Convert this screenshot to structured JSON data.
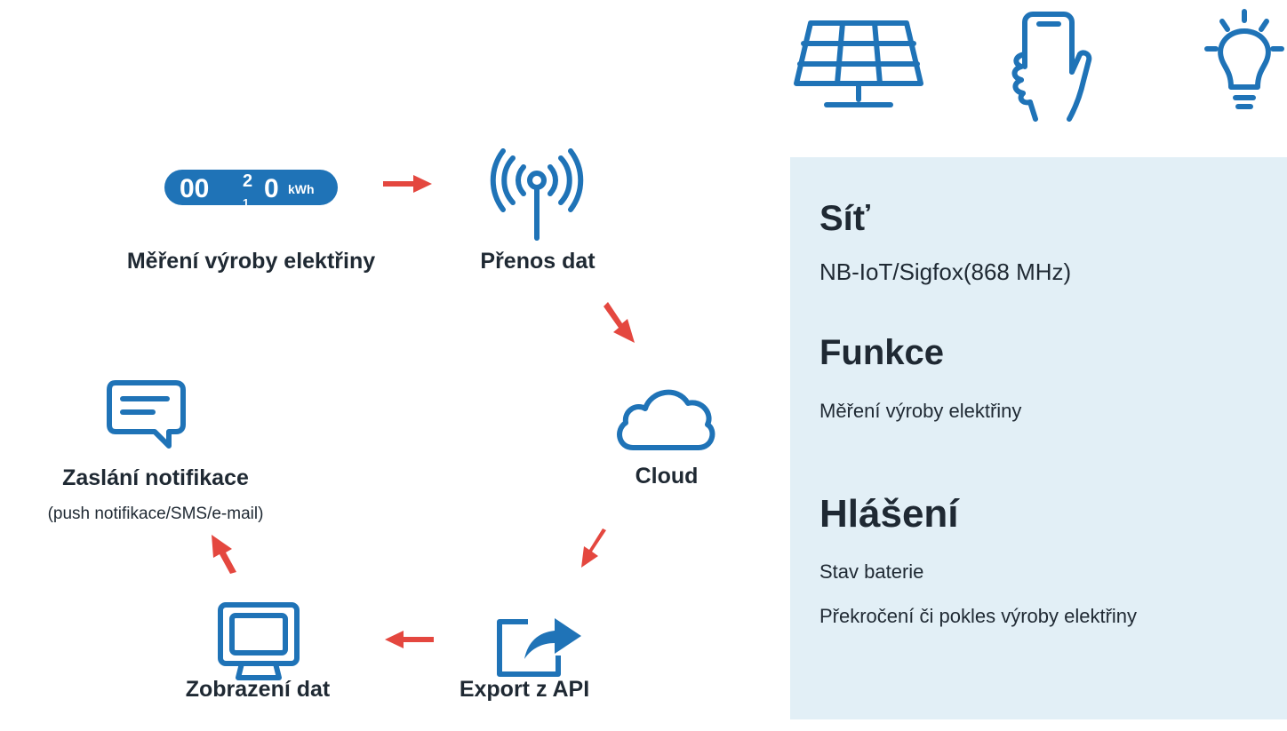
{
  "colors": {
    "icon_blue": "#1f73b7",
    "arrow_red": "#e4473f",
    "panel_bg": "#e2eff6",
    "text": "#1f2933"
  },
  "meter": {
    "digits_left": "00",
    "digit_roll_top": "2",
    "digit_roll_bottom": "1",
    "digit_right": "0",
    "unit": "kWh"
  },
  "steps": {
    "measurement": "Měření výroby elektřiny",
    "transmission": "Přenos dat",
    "cloud": "Cloud",
    "export": "Export z API",
    "display": "Zobrazení dat",
    "notification": "Zaslání notifikace",
    "notification_sub": "(push notifikace/SMS/e-mail)"
  },
  "top_icons": [
    "solar-panel-icon",
    "smartphone-hand-icon",
    "light-bulb-icon"
  ],
  "info": {
    "network_heading": "Síť",
    "network_value": "NB-IoT/Sigfox(868 MHz)",
    "function_heading": "Funkce",
    "function_value": "Měření výroby elektřiny",
    "report_heading": "Hlášení",
    "report_items": [
      "Stav baterie",
      "Překročení či pokles výroby elektřiny"
    ]
  }
}
